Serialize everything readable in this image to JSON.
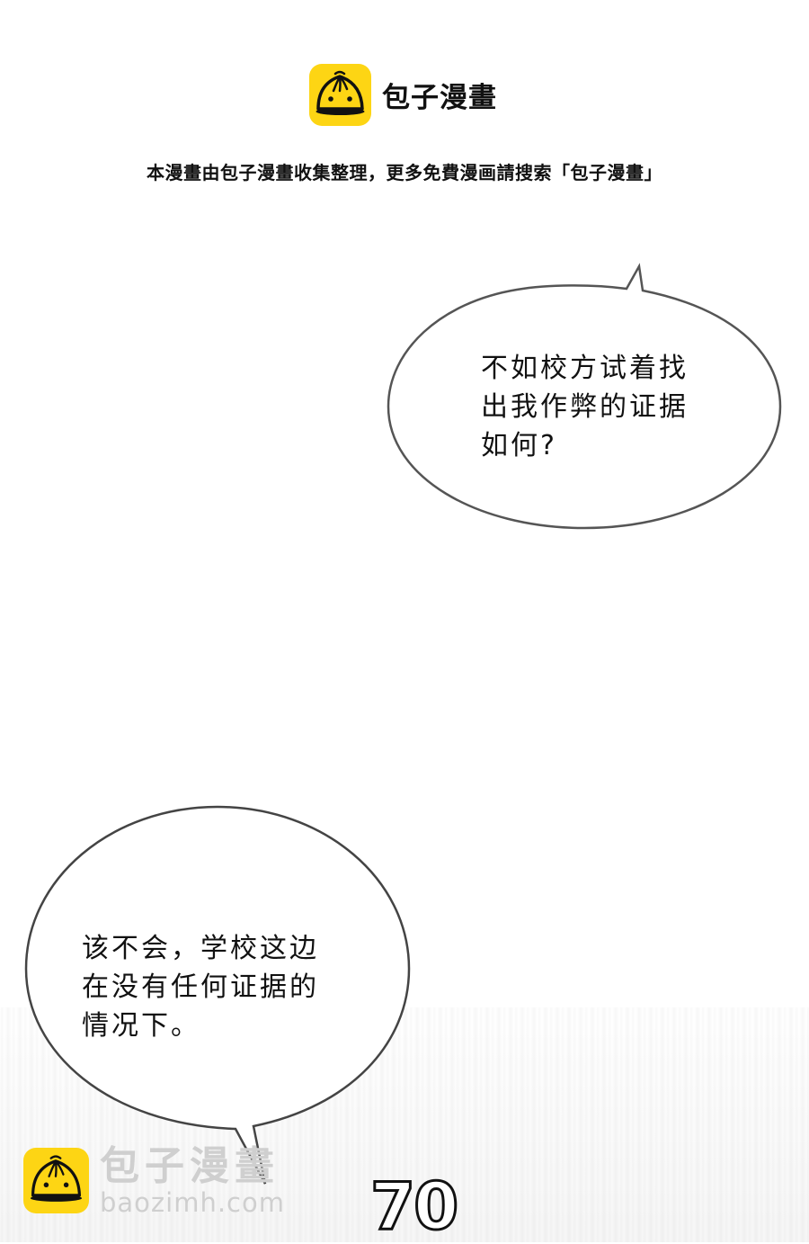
{
  "header": {
    "logo_icon": "steamed-bun-icon",
    "brand_name": "包子漫畫",
    "notice": "本漫畫由包子漫畫收集整理，更多免費漫画請搜索「包子漫畫」",
    "brand_color": "#fdd514"
  },
  "bubbles": [
    {
      "id": "top-right",
      "lines": [
        "不如校方试着找",
        "出我作弊的证据",
        "如何?"
      ]
    },
    {
      "id": "bottom-left",
      "lines": [
        "该不会，学校这边",
        "在没有任何证据的",
        "情况下。"
      ]
    }
  ],
  "watermark": {
    "icon": "steamed-bun-icon",
    "name": "包子漫畫",
    "url": "baozimh.com"
  },
  "page_number": "70"
}
